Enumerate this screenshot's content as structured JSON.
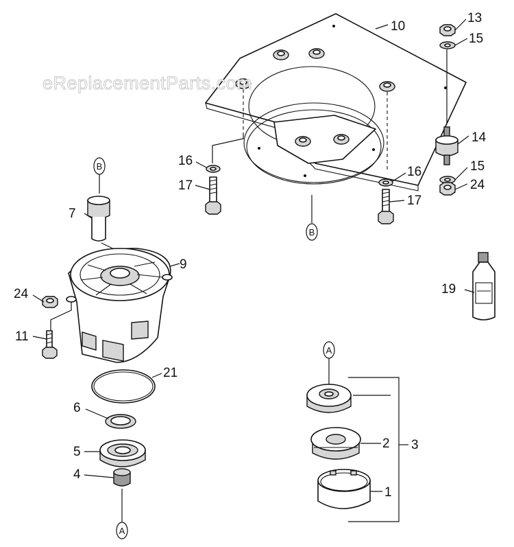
{
  "watermark": "eReplacementParts.com",
  "callouts": {
    "c1": "1",
    "c2": "2",
    "c3": "3",
    "c4": "4",
    "c5": "5",
    "c6": "6",
    "c7": "7",
    "c9": "9",
    "c10": "10",
    "c11": "11",
    "c13": "13",
    "c14": "14",
    "c15a": "15",
    "c15b": "15",
    "c16a": "16",
    "c16b": "16",
    "c17a": "17",
    "c17b": "17",
    "c19": "19",
    "c21": "21",
    "c24a": "24",
    "c24b": "24"
  },
  "references": {
    "b_top": "B",
    "b_bottom": "B",
    "a_top": "A",
    "a_bottom": "A"
  }
}
